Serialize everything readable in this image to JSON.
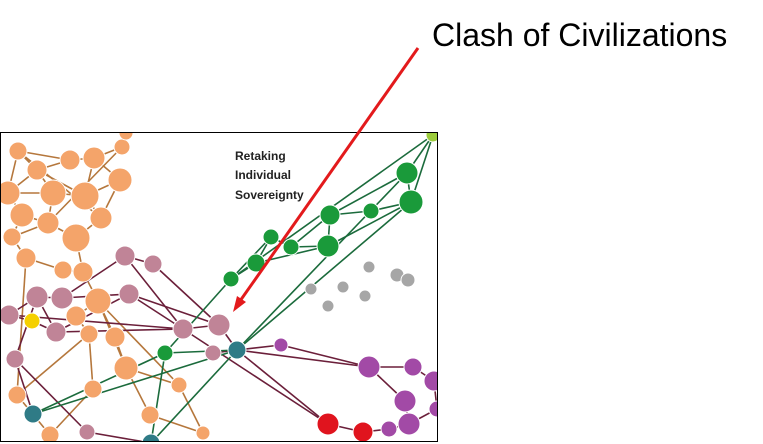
{
  "callout": {
    "label": "Clash of Civilizations",
    "arrow_color": "#e31a1c"
  },
  "network": {
    "cluster_label_lines": [
      "Retaking",
      "Individual",
      "Sovereignty"
    ],
    "colors": {
      "orange_node": "#f4a46a",
      "orange_edge": "#b5773c",
      "mauve_node": "#c08497",
      "mauve_edge": "#6b1f3a",
      "green_node": "#1a9a3a",
      "green_edge": "#1b6b3c",
      "grey_node": "#a6a6a6",
      "purple_node": "#a24aa6",
      "teal_node": "#2f7b86",
      "red_node": "#e0141e",
      "yellow_node": "#f5d000",
      "lime_node": "#9ccc3c"
    }
  }
}
